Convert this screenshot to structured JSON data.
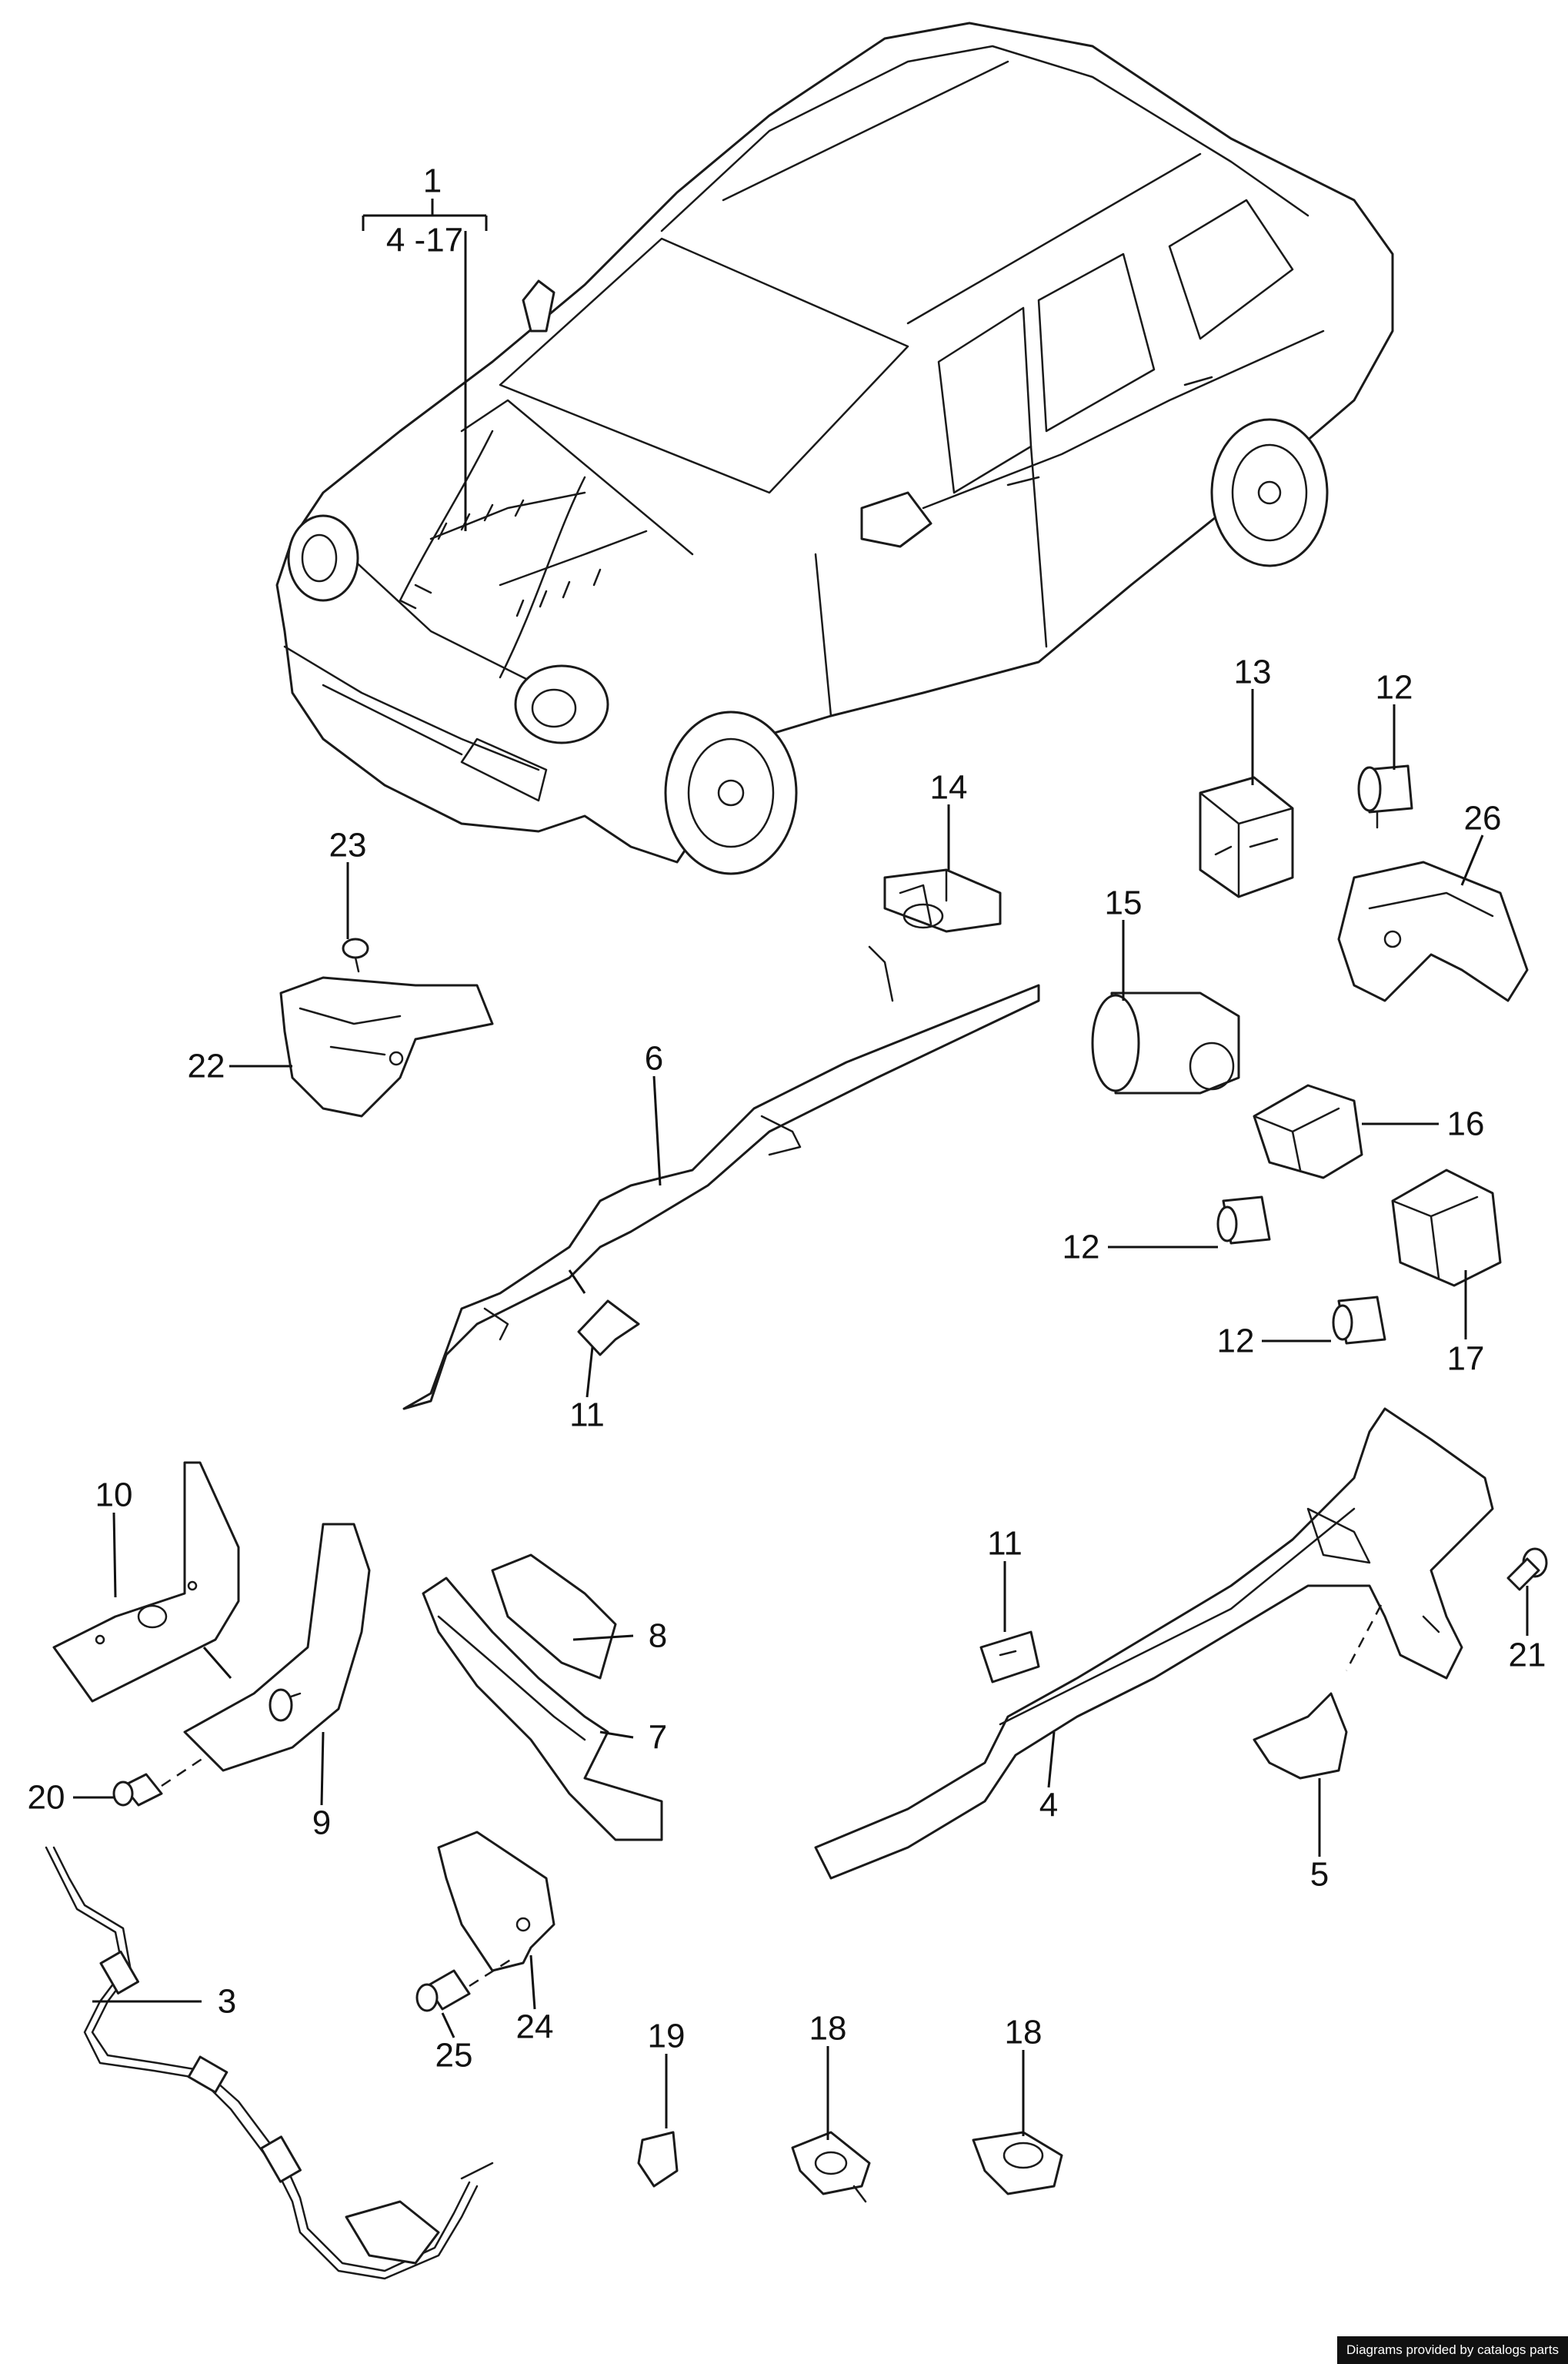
{
  "credit": "Diagrams provided by catalogs parts",
  "callouts": {
    "c1": "1",
    "c1_range": "4 -17",
    "c3": "3",
    "c4": "4",
    "c5": "5",
    "c6": "6",
    "c7": "7",
    "c8": "8",
    "c9": "9",
    "c10": "10",
    "c11a": "11",
    "c11b": "11",
    "c12a": "12",
    "c12b": "12",
    "c12c": "12",
    "c13": "13",
    "c14": "14",
    "c15": "15",
    "c16": "16",
    "c17": "17",
    "c18a": "18",
    "c18b": "18",
    "c19": "19",
    "c20": "20",
    "c21": "21",
    "c22": "22",
    "c23": "23",
    "c24": "24",
    "c25": "25",
    "c26": "26"
  }
}
